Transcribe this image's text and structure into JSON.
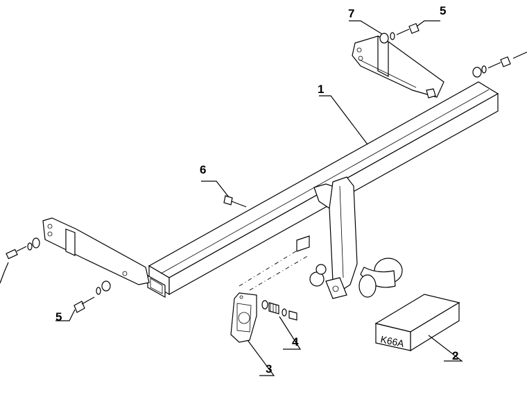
{
  "labels": {
    "beam": "1",
    "package": "2",
    "socket_plate": "3",
    "bolt_set_socket": "4",
    "bolt_left": "5",
    "bolt_top": "5",
    "bolt_mid": "6",
    "washer_top": "7"
  },
  "package_box": {
    "text": "K66A"
  }
}
